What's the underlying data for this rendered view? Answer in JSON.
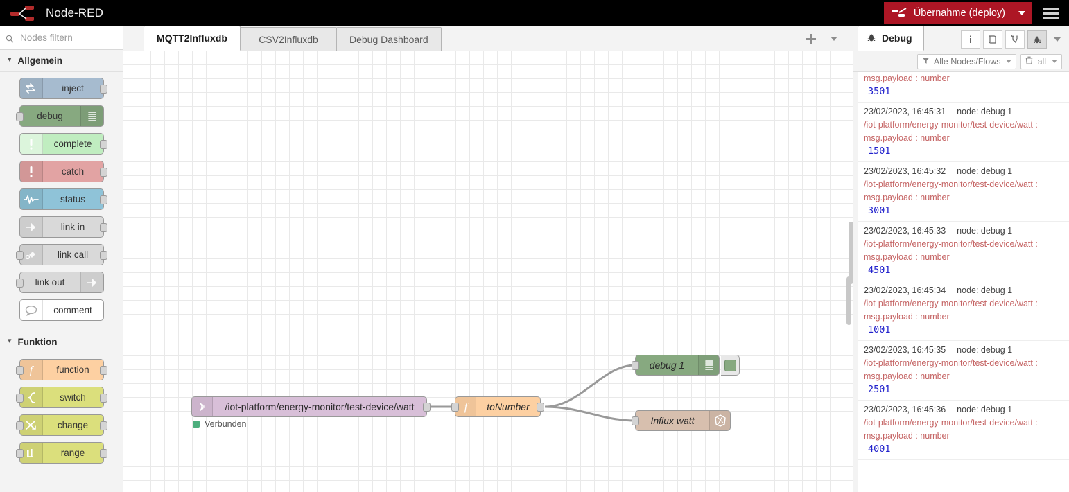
{
  "header": {
    "app_title": "Node-RED",
    "logo_icon": "node-red-logo",
    "deploy_label": "Übernahme (deploy)",
    "deploy_icon": "deploy-icon",
    "deploy_color": "#AD1625",
    "deploy_caret_icon": "caret-down-icon",
    "menu_icon": "hamburger-menu-icon"
  },
  "palette": {
    "search_placeholder": "Nodes filtern",
    "search_value": "",
    "search_icon": "search-icon",
    "categories": [
      {
        "label": "Allgemein",
        "chevron_icon": "chevron-down-icon",
        "nodes": [
          {
            "label": "inject",
            "icon": "inject-arrow-icon",
            "color": "#a6bbcf",
            "icon_side": "left",
            "has_input": false,
            "has_output": true
          },
          {
            "label": "debug",
            "icon": "debug-lines-icon",
            "color": "#87a980",
            "icon_side": "right",
            "has_input": true,
            "has_output": false
          },
          {
            "label": "complete",
            "icon": "exclamation-icon",
            "color": "#c0edc0",
            "icon_side": "left",
            "has_input": false,
            "has_output": true
          },
          {
            "label": "catch",
            "icon": "exclamation-icon",
            "color": "#e2a3a3",
            "icon_side": "left",
            "has_input": false,
            "has_output": true
          },
          {
            "label": "status",
            "icon": "pulse-wave-icon",
            "color": "#8fc3d8",
            "icon_side": "left",
            "has_input": false,
            "has_output": true
          },
          {
            "label": "link in",
            "icon": "link-in-icon",
            "color": "#d9d9d9",
            "icon_side": "left",
            "has_input": false,
            "has_output": true
          },
          {
            "label": "link call",
            "icon": "link-call-icon",
            "color": "#d9d9d9",
            "icon_side": "left",
            "has_input": true,
            "has_output": true
          },
          {
            "label": "link out",
            "icon": "link-out-icon",
            "color": "#d9d9d9",
            "icon_side": "right",
            "has_input": true,
            "has_output": false
          },
          {
            "label": "comment",
            "icon": "comment-bubble-icon",
            "color": "#ffffff",
            "icon_side": "left",
            "has_input": false,
            "has_output": false
          }
        ]
      },
      {
        "label": "Funktion",
        "chevron_icon": "chevron-down-icon",
        "nodes": [
          {
            "label": "function",
            "icon": "function-f-icon",
            "color": "#fdd0a2",
            "icon_side": "left",
            "has_input": true,
            "has_output": true
          },
          {
            "label": "switch",
            "icon": "switch-icon",
            "color": "#dbdf7c",
            "icon_side": "left",
            "has_input": true,
            "has_output": true
          },
          {
            "label": "change",
            "icon": "change-icon",
            "color": "#dbdf7c",
            "icon_side": "left",
            "has_input": true,
            "has_output": true
          },
          {
            "label": "range",
            "icon": "range-icon",
            "color": "#dbdf7c",
            "icon_side": "left",
            "has_input": true,
            "has_output": true
          }
        ]
      }
    ]
  },
  "workspace": {
    "tabs": [
      {
        "label": "MQTT2Influxdb",
        "active": true
      },
      {
        "label": "CSV2Influxdb",
        "active": false
      },
      {
        "label": "Debug Dashboard",
        "active": false
      }
    ],
    "add_tab_icon": "plus-icon",
    "tab_menu_icon": "caret-down-icon",
    "flow_nodes": [
      {
        "id": "mqtt",
        "label": "/iot-platform/energy-monitor/test-device/watt",
        "icon": "mqtt-signal-icon",
        "color": "#d8bfd8",
        "status": "Verbunden",
        "status_color": "#4cae7d"
      },
      {
        "id": "fn",
        "label": "toNumber",
        "icon": "function-f-icon",
        "color": "#fdd0a2"
      },
      {
        "id": "debug",
        "label": "debug 1",
        "icon": "debug-lines-icon",
        "color": "#87a980",
        "enabled": true
      },
      {
        "id": "influx",
        "label": "Influx watt",
        "icon": "influxdb-icon",
        "color": "#d7bfae"
      }
    ]
  },
  "sidebar": {
    "tab_label": "Debug",
    "tab_icon": "bug-icon",
    "icon_buttons": [
      {
        "name": "info-icon",
        "active": false
      },
      {
        "name": "library-icon",
        "active": false
      },
      {
        "name": "config-icon",
        "active": false
      },
      {
        "name": "bug-icon",
        "active": true
      }
    ],
    "menu_caret_icon": "caret-down-icon",
    "filter_label": "Alle Nodes/Flows",
    "filter_icon": "filter-icon",
    "clear_label": "all",
    "clear_icon": "trash-icon",
    "messages": [
      {
        "partial": true,
        "timestamp": "",
        "node": "",
        "topic": "",
        "property": "msg.payload : number",
        "value": "3501"
      },
      {
        "partial": false,
        "timestamp": "23/02/2023, 16:45:31",
        "node": "node: debug 1",
        "topic": "/iot-platform/energy-monitor/test-device/watt :",
        "property": "msg.payload : number",
        "value": "1501"
      },
      {
        "partial": false,
        "timestamp": "23/02/2023, 16:45:32",
        "node": "node: debug 1",
        "topic": "/iot-platform/energy-monitor/test-device/watt :",
        "property": "msg.payload : number",
        "value": "3001"
      },
      {
        "partial": false,
        "timestamp": "23/02/2023, 16:45:33",
        "node": "node: debug 1",
        "topic": "/iot-platform/energy-monitor/test-device/watt :",
        "property": "msg.payload : number",
        "value": "4501"
      },
      {
        "partial": false,
        "timestamp": "23/02/2023, 16:45:34",
        "node": "node: debug 1",
        "topic": "/iot-platform/energy-monitor/test-device/watt :",
        "property": "msg.payload : number",
        "value": "1001"
      },
      {
        "partial": false,
        "timestamp": "23/02/2023, 16:45:35",
        "node": "node: debug 1",
        "topic": "/iot-platform/energy-monitor/test-device/watt :",
        "property": "msg.payload : number",
        "value": "2501"
      },
      {
        "partial": false,
        "timestamp": "23/02/2023, 16:45:36",
        "node": "node: debug 1",
        "topic": "/iot-platform/energy-monitor/test-device/watt :",
        "property": "msg.payload : number",
        "value": "4001"
      }
    ]
  }
}
